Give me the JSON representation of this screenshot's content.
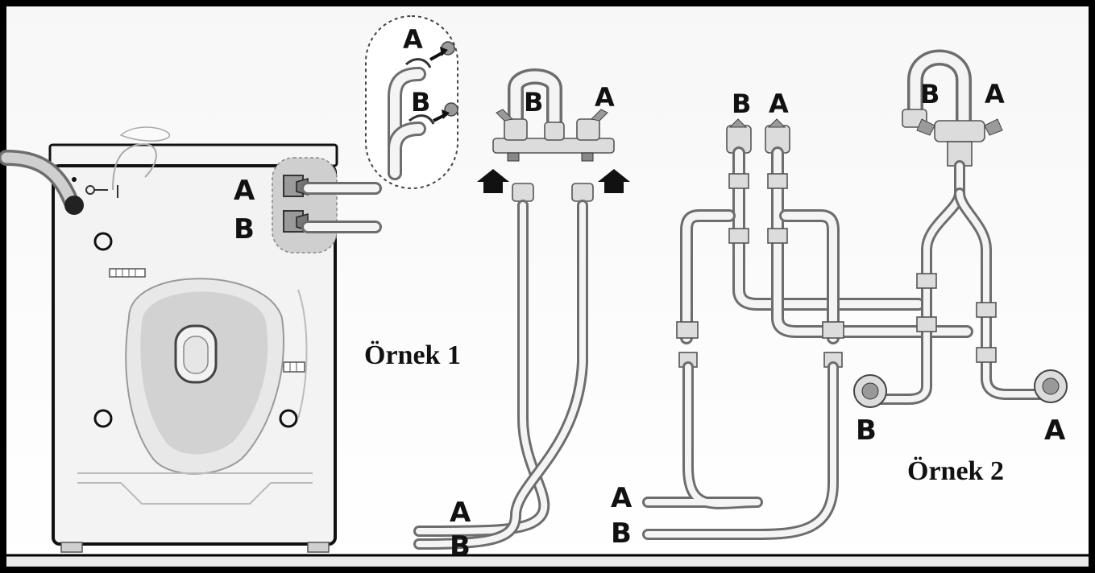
{
  "machine": {
    "inlet_a": "A",
    "inlet_b": "B"
  },
  "detail_inset": {
    "top": "A",
    "bottom": "B"
  },
  "example1": {
    "caption": "Örnek 1",
    "tap_b": "B",
    "tap_a": "A",
    "hose_a": "A",
    "hose_b": "B"
  },
  "example2": {
    "caption": "Örnek 2",
    "tap_b": "B",
    "tap_a": "A",
    "split_b": "B",
    "split_a": "A",
    "wall_b": "B",
    "wall_a": "A",
    "hose_a": "A",
    "hose_b": "B"
  },
  "colors": {
    "frame": "#000000",
    "background": "#ffffff",
    "floor": "#e9e9e9",
    "machine_body": "#f3f3f3",
    "shadow_gray": "#cfcfcf"
  }
}
